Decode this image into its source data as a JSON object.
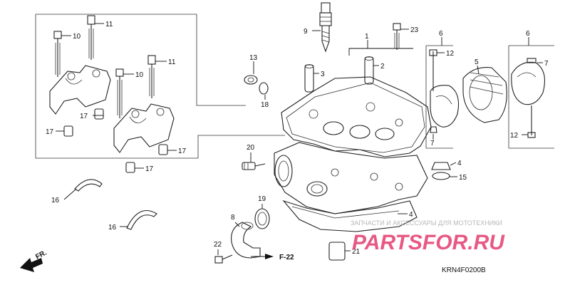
{
  "callouts": {
    "c1": "1",
    "c2": "2",
    "c3": "3",
    "c4a": "4",
    "c4b": "4",
    "c5": "5",
    "c6a": "6",
    "c6b": "6",
    "c7a": "7",
    "c7b": "7",
    "c8": "8",
    "c9": "9",
    "c10a": "10",
    "c10b": "10",
    "c11a": "11",
    "c11b": "11",
    "c12a": "12",
    "c12b": "12",
    "c13": "13",
    "c15": "15",
    "c16a": "16",
    "c16b": "16",
    "c17a": "17",
    "c17b": "17",
    "c17c": "17",
    "c17d": "17",
    "c18": "18",
    "c19": "19",
    "c20": "20",
    "c21": "21",
    "c22": "22",
    "c23": "23"
  },
  "reference_label": "F-22",
  "direction_label": "FR.",
  "diagram_code": "KRN4F0200B",
  "watermark": {
    "tagline": "ЗАПЧАСТИ И АКСЕССУАРЫ ДЛЯ МОТОТЕХНИКИ",
    "logo_text": "PARTSFOR.RU",
    "color": "#e0225a"
  }
}
